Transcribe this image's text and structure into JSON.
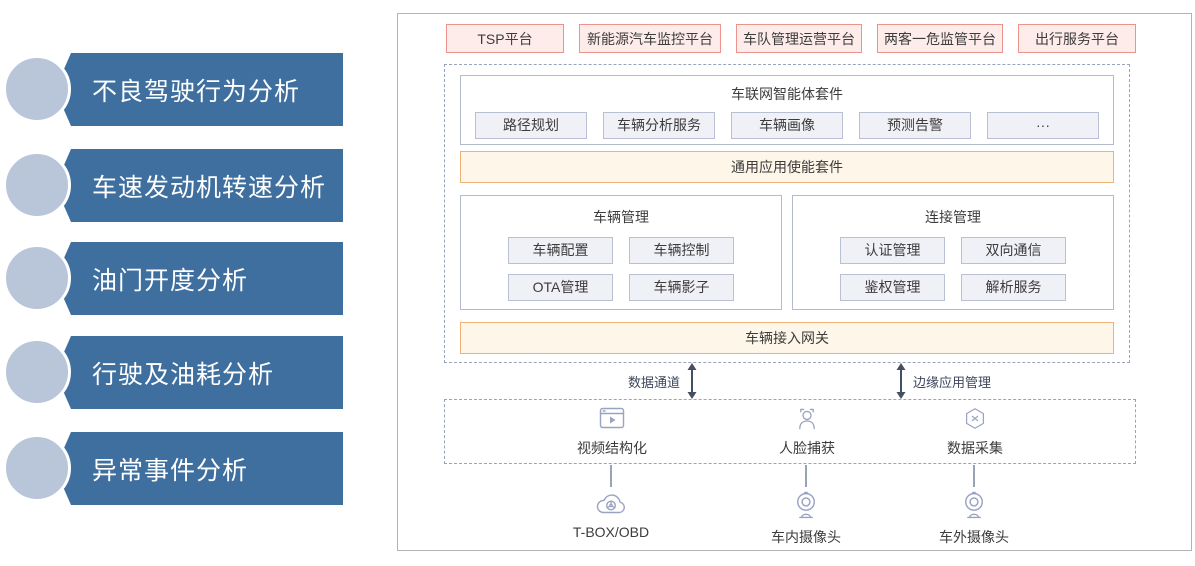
{
  "left_panel": {
    "items": [
      {
        "label": "不良驾驶行为分析"
      },
      {
        "label": "车速发动机转速分析"
      },
      {
        "label": "油门开度分析"
      },
      {
        "label": "行驶及油耗分析"
      },
      {
        "label": "异常事件分析"
      }
    ]
  },
  "diagram": {
    "platforms": [
      {
        "label": "TSP平台"
      },
      {
        "label": "新能源汽车监控平台"
      },
      {
        "label": "车队管理运营平台"
      },
      {
        "label": "两客一危监管平台"
      },
      {
        "label": "出行服务平台"
      }
    ],
    "suite": {
      "title": "车联网智能体套件",
      "items": [
        {
          "label": "路径规划"
        },
        {
          "label": "车辆分析服务"
        },
        {
          "label": "车辆画像"
        },
        {
          "label": "预测告警"
        },
        {
          "label": "···"
        }
      ]
    },
    "enable_band": {
      "label": "通用应用使能套件"
    },
    "vehicle_mgmt": {
      "title": "车辆管理",
      "items": [
        {
          "label": "车辆配置"
        },
        {
          "label": "车辆控制"
        },
        {
          "label": "OTA管理"
        },
        {
          "label": "车辆影子"
        }
      ]
    },
    "conn_mgmt": {
      "title": "连接管理",
      "items": [
        {
          "label": "认证管理"
        },
        {
          "label": "双向通信"
        },
        {
          "label": "鉴权管理"
        },
        {
          "label": "解析服务"
        }
      ]
    },
    "gateway_band": {
      "label": "车辆接入网关"
    },
    "channels": [
      {
        "label": "数据通道",
        "icon": "double-arrow-vertical-icon"
      },
      {
        "label": "边缘应用管理",
        "icon": "double-arrow-vertical-icon"
      }
    ],
    "edge_items": [
      {
        "label": "视频结构化",
        "icon": "video-icon"
      },
      {
        "label": "人脸捕获",
        "icon": "face-capture-icon"
      },
      {
        "label": "数据采集",
        "icon": "data-collect-icon"
      }
    ],
    "devices": [
      {
        "label": "T-BOX/OBD",
        "icon": "cloud-tbox-icon"
      },
      {
        "label": "车内摄像头",
        "icon": "camera-icon"
      },
      {
        "label": "车外摄像头",
        "icon": "camera-icon"
      }
    ],
    "colors": {
      "banner_blue": "#3e6f9f",
      "banner_circle": "#b9c5d9",
      "platform_fill": "#fdecea",
      "platform_border": "#ee938b",
      "band_fill": "#fdf6e9",
      "band_border": "#f0b377",
      "chip_fill": "#f0f1f7",
      "chip_border": "#b9c0d4",
      "dashed_border": "#9aa3bd",
      "arrow": "#454f63",
      "icon_stroke": "#9aa3c2"
    }
  }
}
